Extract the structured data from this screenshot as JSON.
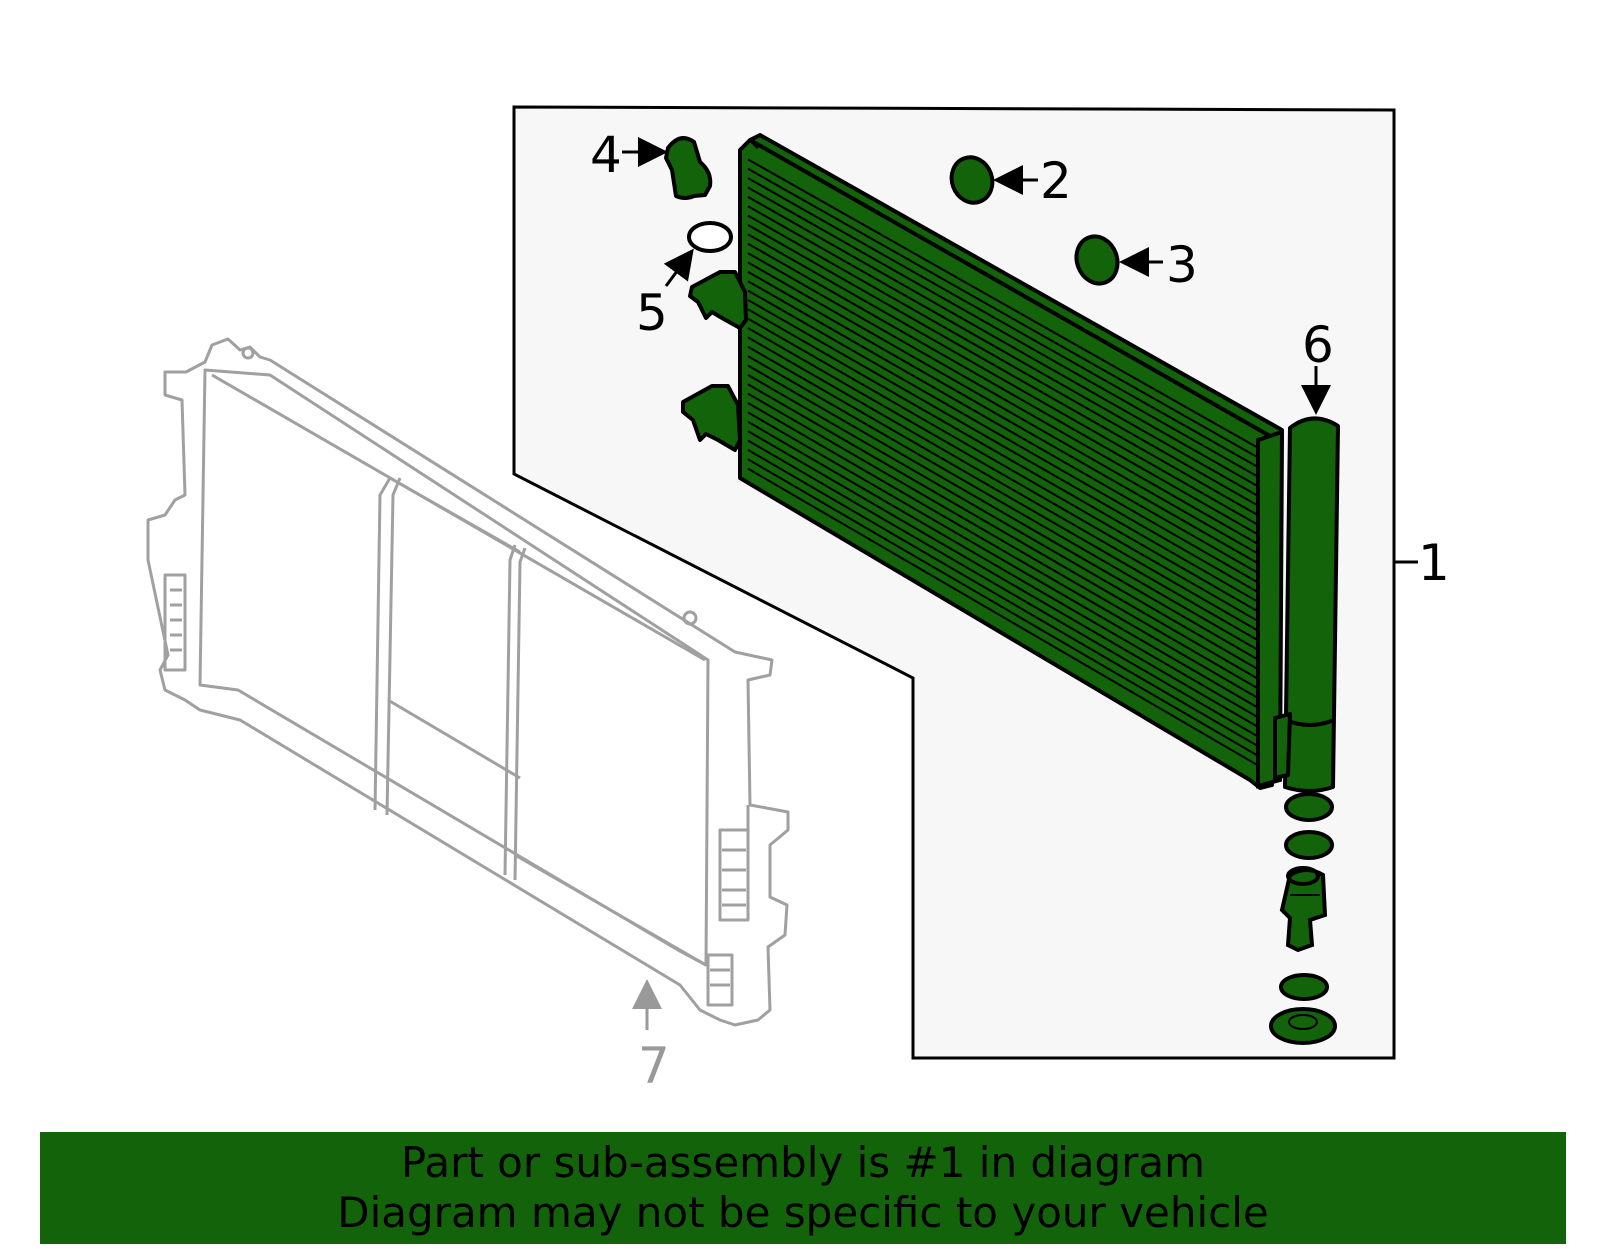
{
  "colors": {
    "part_green": "#126309",
    "outline": "#000000",
    "frame_grey": "#999999",
    "panel_bg": "#f7f7f7"
  },
  "callouts": {
    "c1": "1",
    "c2": "2",
    "c3": "3",
    "c4": "4",
    "c5": "5",
    "c6": "6",
    "c7": "7"
  },
  "banner": {
    "line1": "Part or sub-assembly is #1 in diagram",
    "line2": "Diagram may not be specific to your vehicle"
  }
}
